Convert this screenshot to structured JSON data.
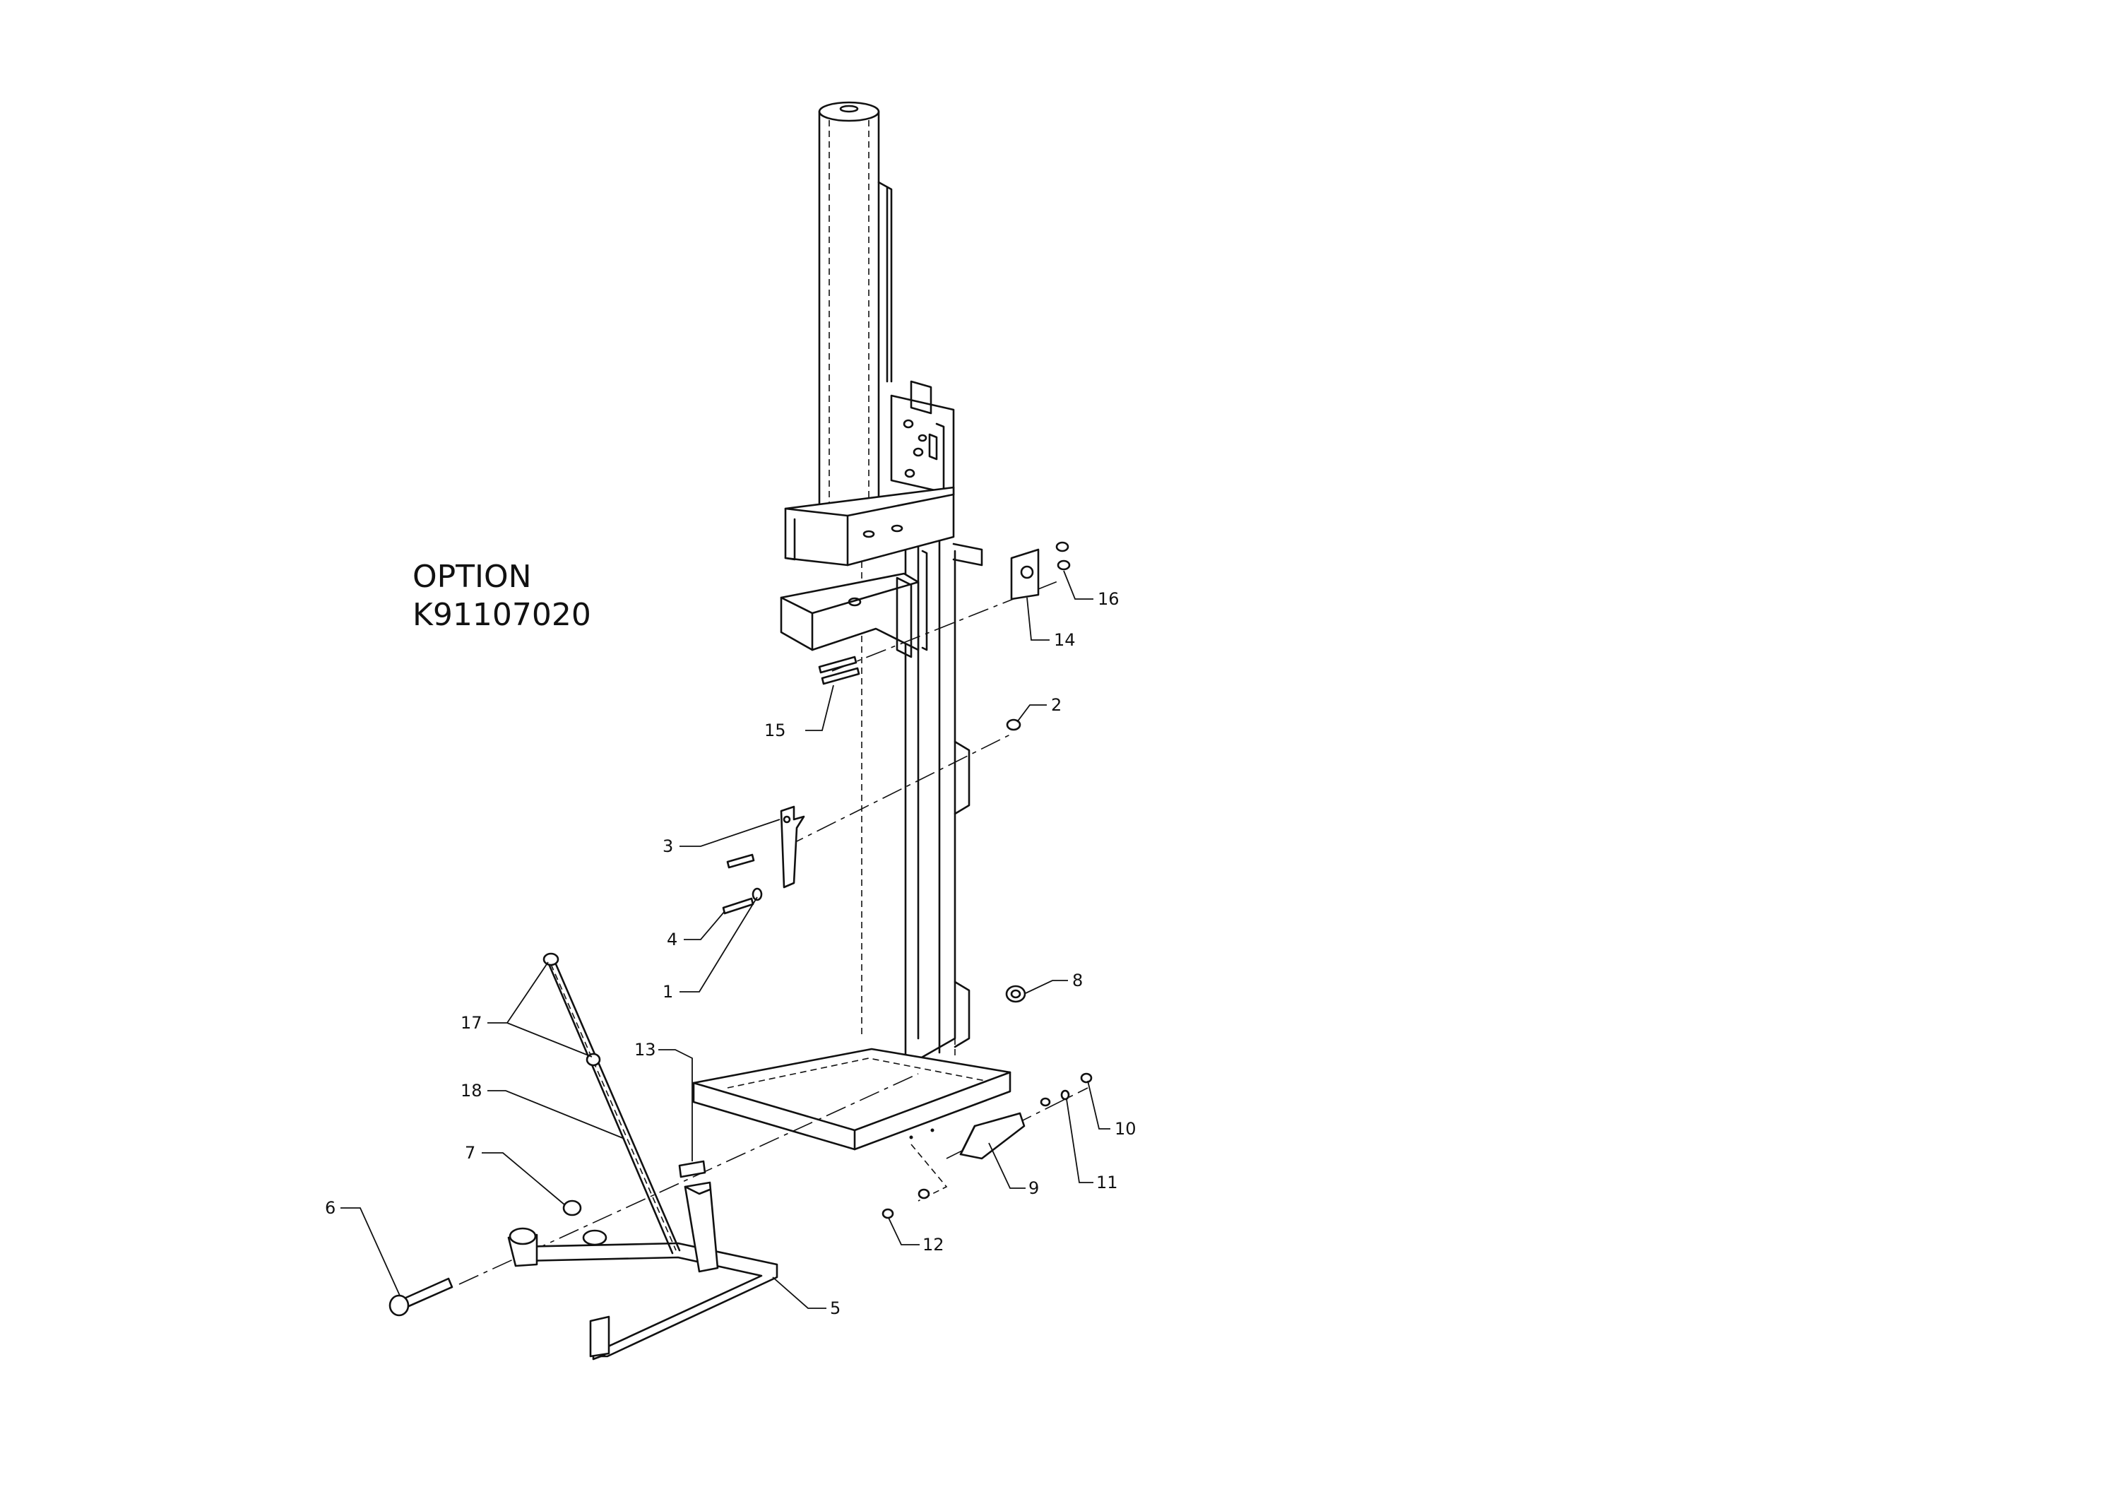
{
  "title": {
    "line1": "OPTION",
    "line2": "K91107020"
  },
  "callouts": [
    "1",
    "2",
    "3",
    "4",
    "5",
    "6",
    "7",
    "8",
    "9",
    "10",
    "11",
    "12",
    "13",
    "14",
    "15",
    "16",
    "17",
    "18"
  ]
}
